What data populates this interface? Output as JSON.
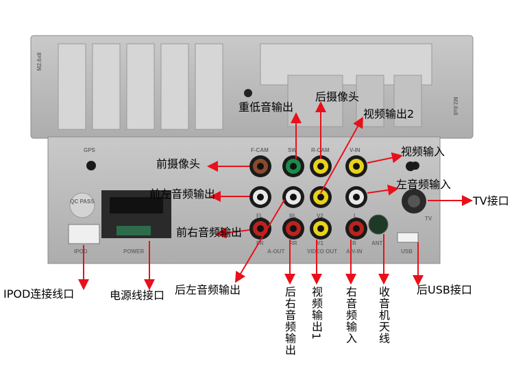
{
  "labels": {
    "subwoofer_out": "重低音输出",
    "rear_camera": "后摄像头",
    "video_out_2": "视频输出2",
    "front_camera": "前摄像头",
    "video_in": "视频输入",
    "front_left_audio_out": "前左音频输出",
    "left_audio_in": "左音频输入",
    "tv_port": "TV接口",
    "front_right_audio_out": "前右音频输出",
    "ipod_port": "IPOD连接线口",
    "power_port": "电源线接口",
    "rear_left_audio_out": "后左音频输出",
    "rear_right_audio_out": "后右音频输出",
    "video_out_1": "视频输出1",
    "right_audio_in": "右音频输入",
    "radio_antenna": "收音机天线",
    "rear_usb": "后USB接口"
  },
  "panel_markings": {
    "gps": "GPS",
    "fcam": "F-CAM",
    "sw": "SW",
    "rcam": "R-CAM",
    "vin": "V-IN",
    "qc": "QC PASS",
    "ipod": "IPOD",
    "power": "POWER",
    "fl": "FL",
    "rl": "RL",
    "v2": "V2",
    "l": "L",
    "fr": "FR",
    "rr": "RR",
    "v1": "V1",
    "r": "R",
    "aout": "A-OUT",
    "videoout": "VIDEO OUT",
    "avin": "A/V-IN",
    "ant": "ANT",
    "usb": "USB",
    "tv": "TV",
    "screw": "M2.6x8"
  },
  "colors": {
    "arrow": "#e8101a",
    "panel": "#b9b9b9",
    "jack_yellow": "#e8d21a",
    "jack_red": "#b8241e",
    "jack_white": "#e8e8e8",
    "jack_green": "#1c8a4a",
    "jack_brown": "#8a4a2a"
  }
}
